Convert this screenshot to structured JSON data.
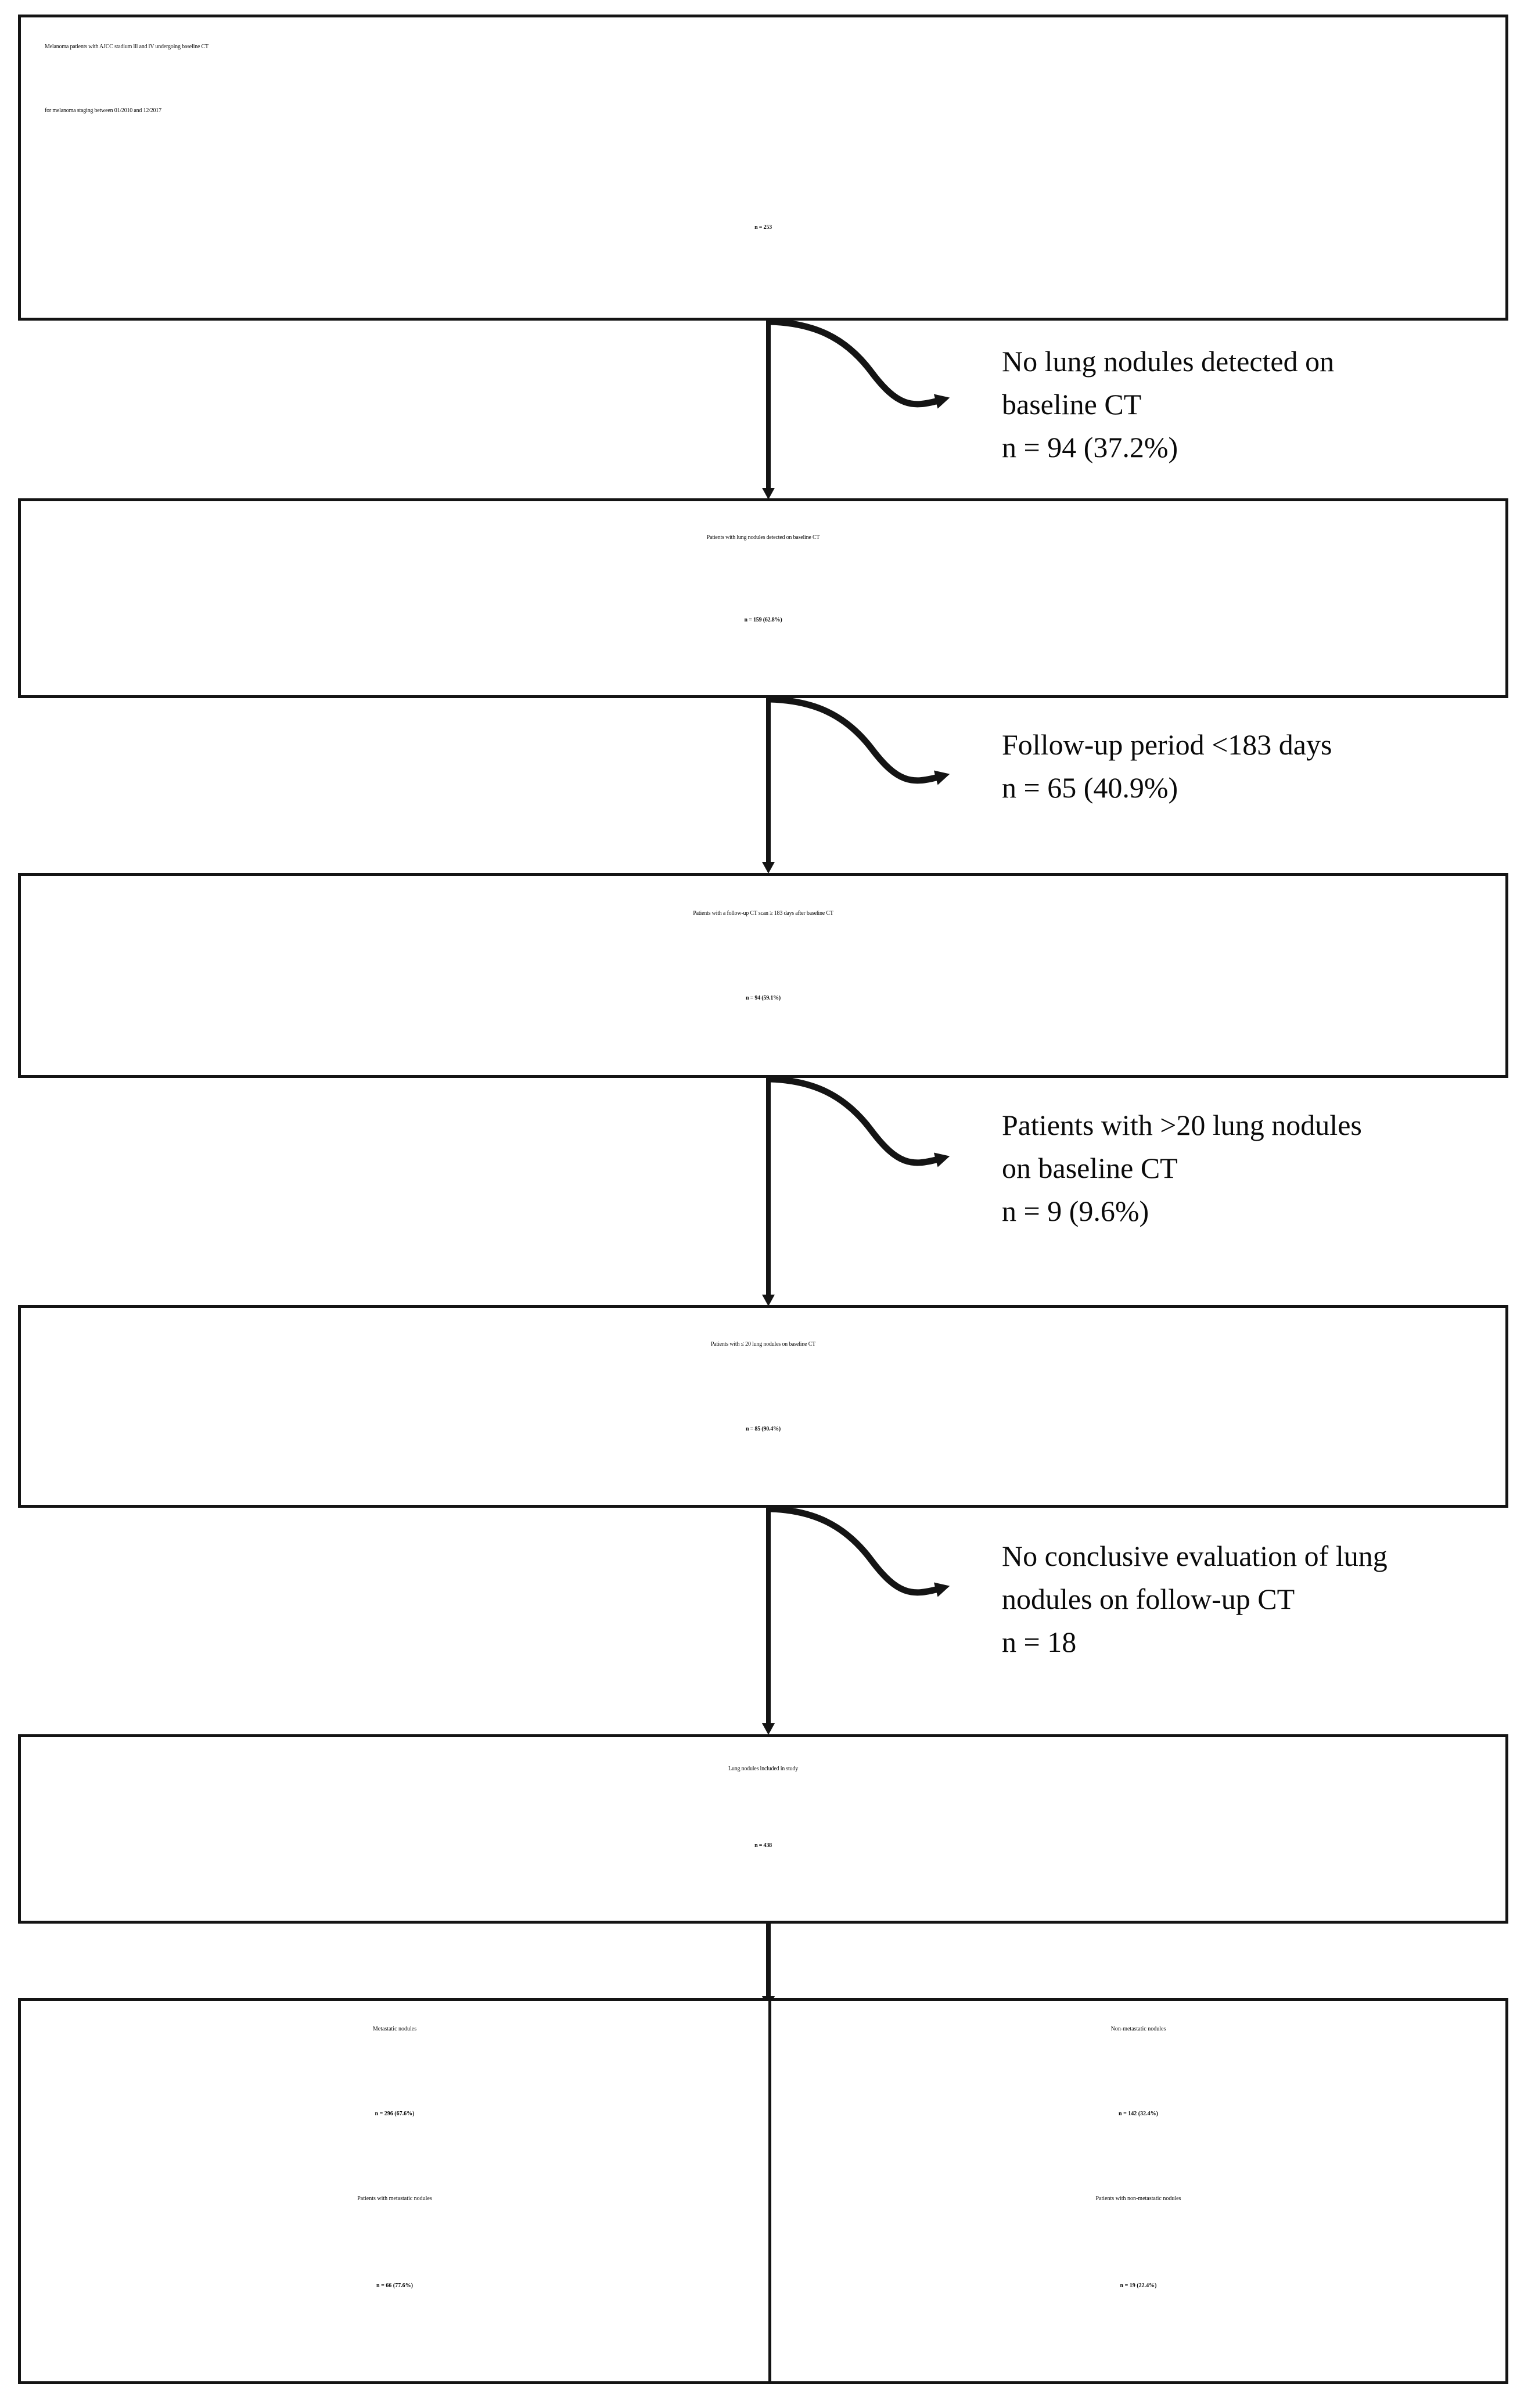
{
  "diagram": {
    "type": "flowchart",
    "title": "Patient and lung nodule selection flowchart",
    "colors": {
      "line": "#141414",
      "text": "#0a0a0a",
      "background": "#ffffff"
    },
    "boxes": [
      {
        "id": "box-enrolled",
        "lines": [
          "Melanoma patients with AJCC stadium lll and lV undergoing baseline CT",
          "for melanoma staging between 01/2010 and 12/2017"
        ],
        "count_label": "n = 253"
      },
      {
        "id": "box-nodules-detected",
        "lines": [
          "Patients with lung nodules detected on baseline CT"
        ],
        "count_label": "n = 159 (62.8%)"
      },
      {
        "id": "box-followup-183",
        "lines": [
          "Patients with a follow-up CT scan ≥ 183 days after baseline CT"
        ],
        "count_label": "n = 94 (59.1%)"
      },
      {
        "id": "box-max-20-nodules",
        "lines": [
          "Patients with ≤ 20 lung nodules on baseline CT"
        ],
        "count_label": "n = 85 (90.4%)"
      },
      {
        "id": "box-included",
        "lines": [
          "Lung nodules included in study"
        ],
        "count_label": "n = 438"
      }
    ],
    "exclusions": [
      {
        "id": "excl-no-nodules",
        "lines": [
          "No lung nodules detected on",
          "baseline CT"
        ],
        "count_label": "n = 94 (37.2%)"
      },
      {
        "id": "excl-short-followup",
        "lines": [
          "Follow-up period <183 days"
        ],
        "count_label": "n = 65 (40.9%)"
      },
      {
        "id": "excl-many-nodules",
        "lines": [
          "Patients with >20 lung nodules",
          "on baseline CT"
        ],
        "count_label": "n = 9 (9.6%)"
      },
      {
        "id": "excl-inconclusive",
        "lines": [
          "No conclusive evaluation of lung",
          "nodules on follow-up CT"
        ],
        "count_label": "n = 18"
      }
    ],
    "outcome": {
      "left": {
        "id": "outcome-metastatic",
        "title": "Metastatic nodules",
        "nodule_count": "n = 296 (67.6%)",
        "patient_title": "Patients with metastatic nodules",
        "patient_count": "n = 66 (77.6%)"
      },
      "right": {
        "id": "outcome-non-metastatic",
        "title": "Non-metastatic nodules",
        "nodule_count": "n = 142 (32.4%)",
        "patient_title": "Patients with non-metastatic nodules",
        "patient_count": "n = 19 (22.4%)"
      }
    }
  }
}
